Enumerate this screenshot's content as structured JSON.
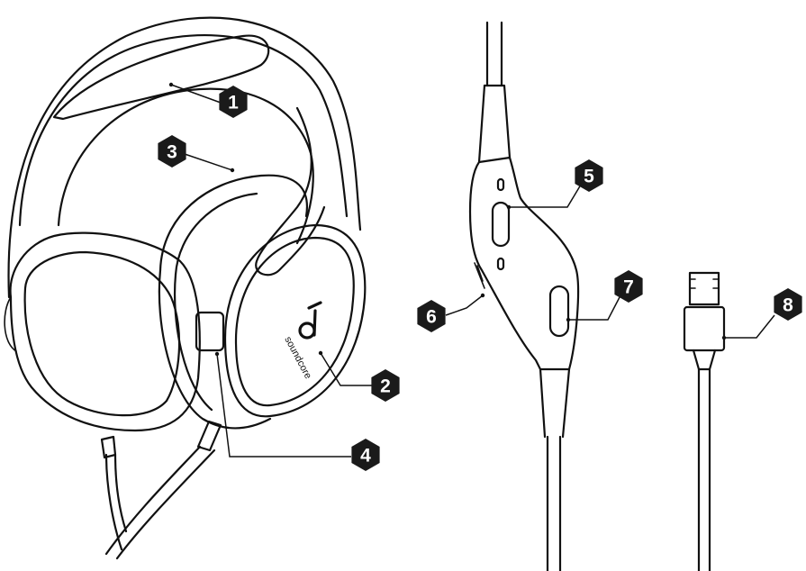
{
  "brand": {
    "wordmark": "soundcore"
  },
  "callouts": [
    {
      "id": "1",
      "label": "1"
    },
    {
      "id": "2",
      "label": "2"
    },
    {
      "id": "3",
      "label": "3"
    },
    {
      "id": "4",
      "label": "4"
    },
    {
      "id": "5",
      "label": "5"
    },
    {
      "id": "6",
      "label": "6"
    },
    {
      "id": "7",
      "label": "7"
    },
    {
      "id": "8",
      "label": "8"
    }
  ]
}
